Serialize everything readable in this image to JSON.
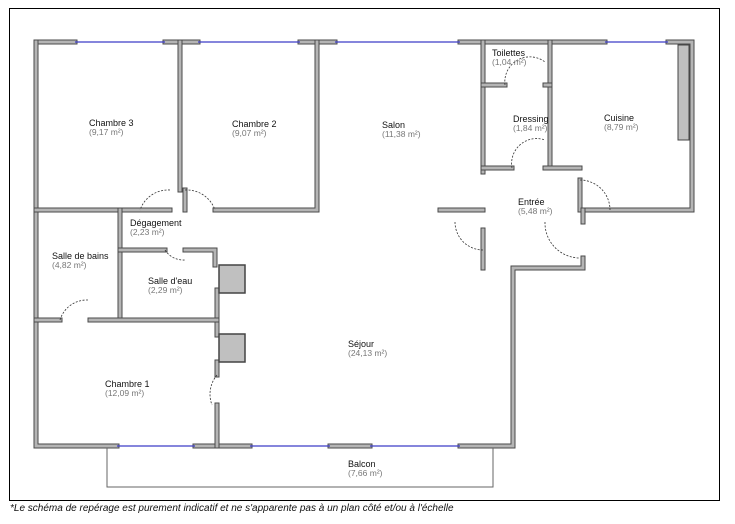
{
  "rooms": [
    {
      "name": "Chambre 3",
      "area": "(9,17 m²)"
    },
    {
      "name": "Chambre 2",
      "area": "(9,07 m²)"
    },
    {
      "name": "Salon",
      "area": "(11,38 m²)"
    },
    {
      "name": "Toilettes",
      "area": "(1,04 m²)"
    },
    {
      "name": "Dressing",
      "area": "(1,84 m²)"
    },
    {
      "name": "Cuisine",
      "area": "(8,79 m²)"
    },
    {
      "name": "Entrée",
      "area": "(5,48 m²)"
    },
    {
      "name": "Dégagement",
      "area": "(2,23 m²)"
    },
    {
      "name": "Salle de bains",
      "area": "(4,82 m²)"
    },
    {
      "name": "Salle d'eau",
      "area": "(2,29 m²)"
    },
    {
      "name": "Séjour",
      "area": "(24,13 m²)"
    },
    {
      "name": "Chambre 1",
      "area": "(12,09 m²)"
    },
    {
      "name": "Balcon",
      "area": "(7,66 m²)"
    }
  ],
  "footnote": "*Le schéma de repérage est purement indicatif et ne s'apparente pas à un plan côté et/ou à l'échelle",
  "colors": {
    "wall": "#b5b5b5",
    "wall_outline": "#4a4a4a",
    "window": "#3c3cc8",
    "fixture": "#c0c0c0"
  }
}
